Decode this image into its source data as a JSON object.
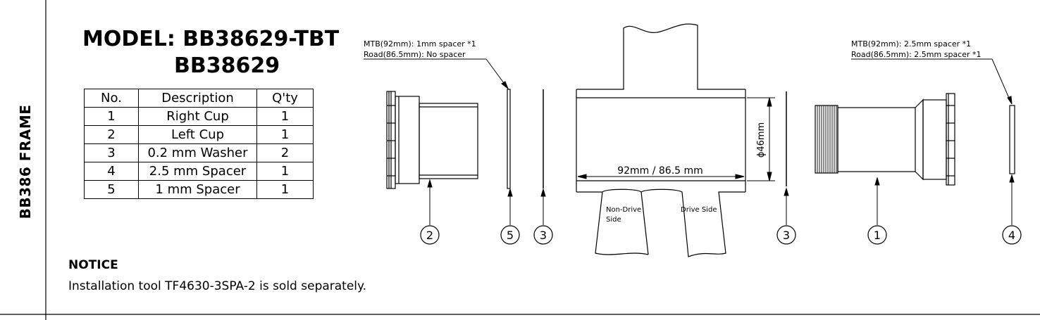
{
  "frame_label": "BB386 FRAME",
  "model": {
    "line1": "MODEL: BB38629-TBT",
    "line2": "BB38629"
  },
  "parts_table": {
    "headers": [
      "No.",
      "Description",
      "Q'ty"
    ],
    "rows": [
      [
        "1",
        "Right Cup",
        "1"
      ],
      [
        "2",
        "Left Cup",
        "1"
      ],
      [
        "3",
        "0.2 mm Washer",
        "2"
      ],
      [
        "4",
        "2.5 mm Spacer",
        "1"
      ],
      [
        "5",
        "1 mm Spacer",
        "1"
      ]
    ]
  },
  "notice": {
    "heading": "NOTICE",
    "text": "Installation tool TF4630-3SPA-2 is sold separately."
  },
  "left_note": {
    "line1": "MTB(92mm): 1mm spacer *1",
    "line2": "Road(86.5mm): No spacer"
  },
  "right_note": {
    "line1": "MTB(92mm): 2.5mm spacer *1",
    "line2": "Road(86.5mm): 2.5mm spacer *1"
  },
  "dimensions": {
    "width": "92mm / 86.5 mm",
    "diameter": "ϕ46mm"
  },
  "side_labels": {
    "non_drive_1": "Non-Drive",
    "non_drive_2": "Side",
    "drive": "Drive Side"
  },
  "callouts": {
    "left_cup": "2",
    "spacer_1mm": "5",
    "washer_left": "3",
    "washer_right": "3",
    "right_cup": "1",
    "spacer_2_5mm": "4"
  }
}
